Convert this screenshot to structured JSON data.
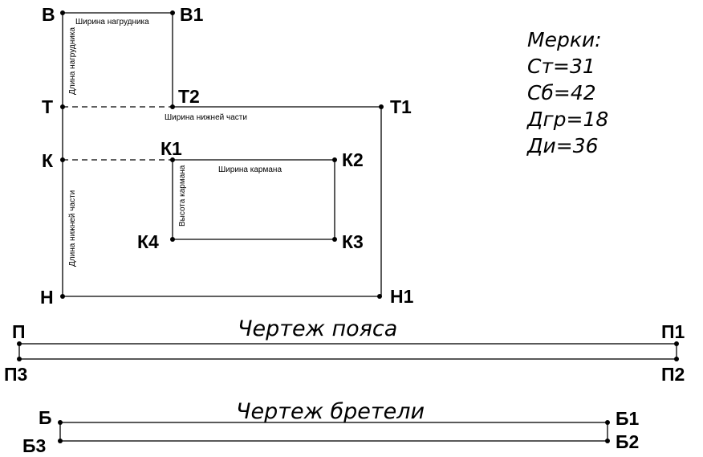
{
  "points": {
    "V": "В",
    "V1": "В1",
    "T": "Т",
    "T2": "Т2",
    "T1": "Т1",
    "K": "К",
    "K1": "К1",
    "K2": "К2",
    "K3": "К3",
    "K4": "К4",
    "N": "Н",
    "N1": "Н1",
    "P": "П",
    "P1": "П1",
    "P2": "П2",
    "P3": "П3",
    "B": "Б",
    "B1": "Б1",
    "B2": "Б2",
    "B3": "Б3"
  },
  "labels": {
    "bib_width": "Ширина нагрудника",
    "bib_length": "Длина нагрудника",
    "lower_width": "Ширина нижней части",
    "lower_length": "Длина нижней части",
    "pocket_width": "Ширина кармана",
    "pocket_height": "Высота кармана"
  },
  "titles": {
    "belt": "Чертеж пояса",
    "strap": "Чертеж бретели"
  },
  "measurements": {
    "heading": "Мерки:",
    "items": [
      "Ст=31",
      "Сб=42",
      "Дгр=18",
      "Ди=36"
    ]
  }
}
